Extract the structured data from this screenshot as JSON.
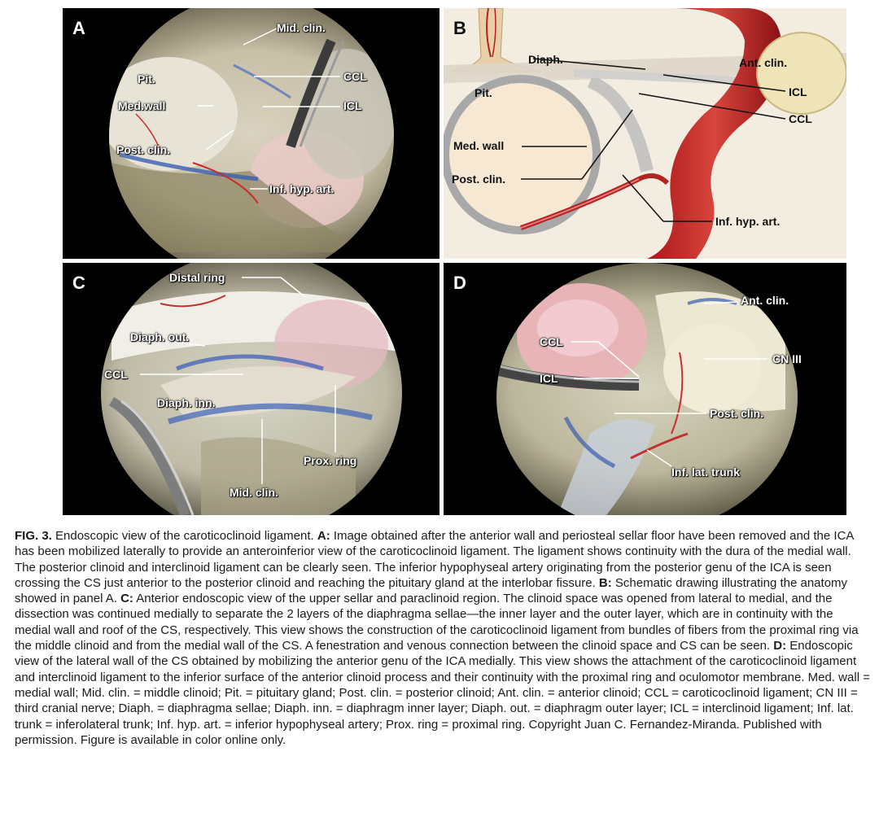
{
  "panels": {
    "a": {
      "letter": "A",
      "labels": {
        "mid_clin": "Mid. clin.",
        "pit": "Pit.",
        "ccl": "CCL",
        "med_wall": "Med.wall",
        "icl": "ICL",
        "post_clin": "Post. clin.",
        "inf_hyp_art": "Inf. hyp. art."
      }
    },
    "b": {
      "letter": "B",
      "labels": {
        "diaph": "Diaph.",
        "ant_clin": "Ant. clin.",
        "pit": "Pit.",
        "icl": "ICL",
        "ccl": "CCL",
        "med_wall": "Med. wall",
        "post_clin": "Post. clin.",
        "inf_hyp_art": "Inf. hyp. art."
      }
    },
    "c": {
      "letter": "C",
      "labels": {
        "distal_ring": "Distal ring",
        "diaph_out": "Diaph. out.",
        "ccl": "CCL",
        "diaph_inn": "Diaph. inn.",
        "prox_ring": "Prox. ring",
        "mid_clin": "Mid. clin."
      }
    },
    "d": {
      "letter": "D",
      "labels": {
        "ant_clin": "Ant. clin.",
        "ccl": "CCL",
        "cn_iii": "CN III",
        "icl": "ICL",
        "post_clin": "Post. clin.",
        "inf_lat_trunk": "Inf. lat. trunk"
      }
    }
  },
  "caption": {
    "fig": "FIG. 3.",
    "intro": " Endoscopic view of the caroticoclinoid ligament. ",
    "a_key": "A:",
    "a_text": " Image obtained after the anterior wall and periosteal sellar floor have been removed and the ICA has been mobilized laterally to provide an anteroinferior view of the caroticoclinoid ligament. The ligament shows continuity with the dura of the medial wall. The posterior clinoid and interclinoid ligament can be clearly seen. The inferior hypophyseal artery originating from the posterior genu of the ICA is seen crossing the CS just anterior to the posterior clinoid and reaching the pituitary gland at the interlobar fissure. ",
    "b_key": "B:",
    "b_text": " Schematic drawing illustrating the anatomy showed in panel A. ",
    "c_key": "C:",
    "c_text": " Anterior endoscopic view of the upper sellar and paraclinoid region. The clinoid space was opened from lateral to medial, and the dissection was continued medially to separate the 2 layers of the diaphragma sellae—the inner layer and the outer layer, which are in continuity with the medial wall and roof of the CS, respectively. This view shows the construction of the caroticoclinoid ligament from bundles of fibers from the proximal ring via the middle clinoid and from the medial wall of the CS. A fenestration and venous connection between the clinoid space and CS can be seen. ",
    "d_key": "D:",
    "d_text": " Endoscopic view of the lateral wall of the CS obtained by mobilizing the anterior genu of the ICA medially. This view shows the attachment of the caroticoclinoid ligament and interclinoid ligament to the inferior surface of the anterior clinoid process and their continuity with the proximal ring and oculomotor membrane. Med. wall = medial wall; Mid. clin. = middle clinoid; Pit. = pituitary gland; Post. clin. = posterior clinoid; Ant. clin. = anterior clinoid; CCL = caroticoclinoid ligament; CN III = third cranial nerve; Diaph. = diaphragma sellae; Diaph. inn. = diaphragm inner layer; Diaph. out. = diaphragm outer layer; ICL = interclinoid ligament; Inf. lat. trunk = inferolateral trunk; Inf. hyp. art. = inferior hypophyseal artery; Prox. ring = proximal ring. Copyright Juan C. Fernandez-Miranda. Published with permission. Figure is available in color online only."
  }
}
